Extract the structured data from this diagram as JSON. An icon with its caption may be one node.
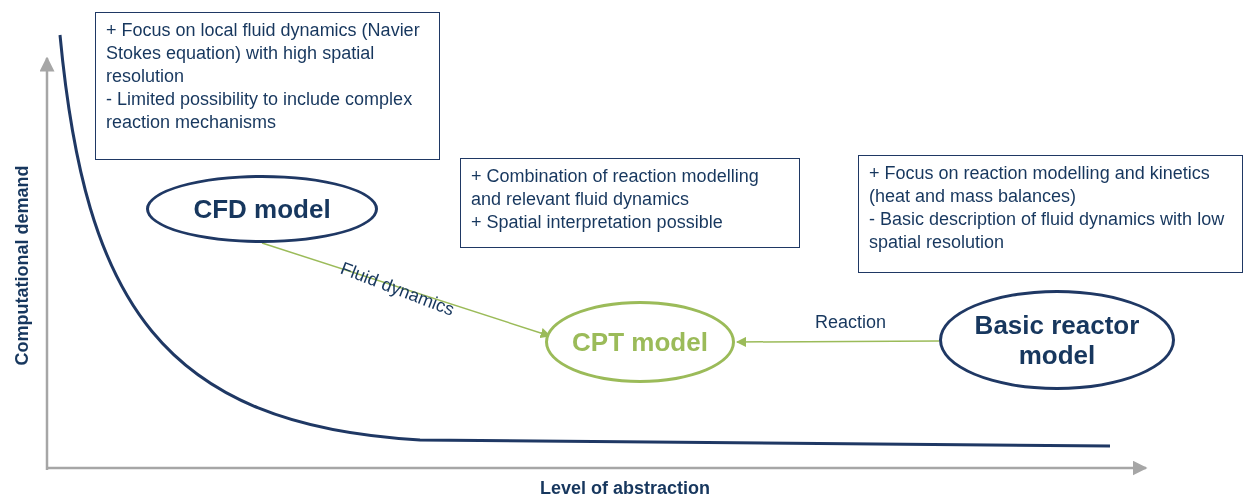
{
  "diagram": {
    "nodes": [
      {
        "text": [
          "+ Focus on local fluid dynamics (Navier Stokes equation) with high spatial resolution",
          "- Limited possibility to include complex reaction mechanisms"
        ]
      },
      {
        "text": [
          "CFD model"
        ]
      },
      {
        "text": [
          "+ Combination of reaction modelling and relevant fluid dynamics",
          "+ Spatial interpretation possible"
        ]
      },
      {
        "text": [
          "CPT model"
        ]
      },
      {
        "text": [
          "+ Focus on reaction modelling and kinetics (heat and mass balances)",
          "- Basic description of fluid dynamics with low spatial resolution"
        ]
      },
      {
        "text": [
          "Basic reactor model"
        ]
      }
    ],
    "edges": [
      {
        "from": 1,
        "to": 3,
        "arrow": "to",
        "label": "Fluid dynamics"
      },
      {
        "from": 5,
        "to": 3,
        "arrow": "to",
        "label": "Reaction"
      }
    ],
    "labels": [
      "Computational demand",
      "Level of abstraction"
    ]
  }
}
